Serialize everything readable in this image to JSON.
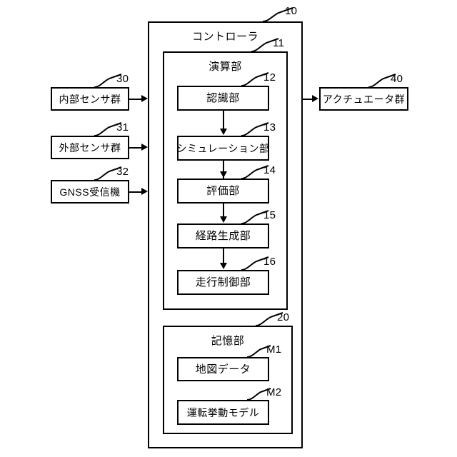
{
  "figure": {
    "type": "patent-block-diagram",
    "language": "ja"
  },
  "controller": {
    "title": "コントローラ",
    "ref": "10",
    "compute_unit": {
      "title": "演算部",
      "ref": "11",
      "blocks": [
        {
          "label": "認識部",
          "ref": "12"
        },
        {
          "label": "シミュレーション部",
          "ref": "13"
        },
        {
          "label": "評価部",
          "ref": "14"
        },
        {
          "label": "経路生成部",
          "ref": "15"
        },
        {
          "label": "走行制御部",
          "ref": "16"
        }
      ]
    },
    "storage_unit": {
      "title": "記憶部",
      "ref": "20",
      "blocks": [
        {
          "label": "地図データ",
          "ref": "M1"
        },
        {
          "label": "運転挙動モデル",
          "ref": "M2"
        }
      ]
    }
  },
  "inputs": [
    {
      "label": "内部センサ群",
      "ref": "30"
    },
    {
      "label": "外部センサ群",
      "ref": "31"
    },
    {
      "label": "GNSS受信機",
      "ref": "32"
    }
  ],
  "outputs": [
    {
      "label": "アクチュエータ群",
      "ref": "40"
    }
  ],
  "colors": {
    "line": "#000000",
    "background": "#ffffff"
  }
}
